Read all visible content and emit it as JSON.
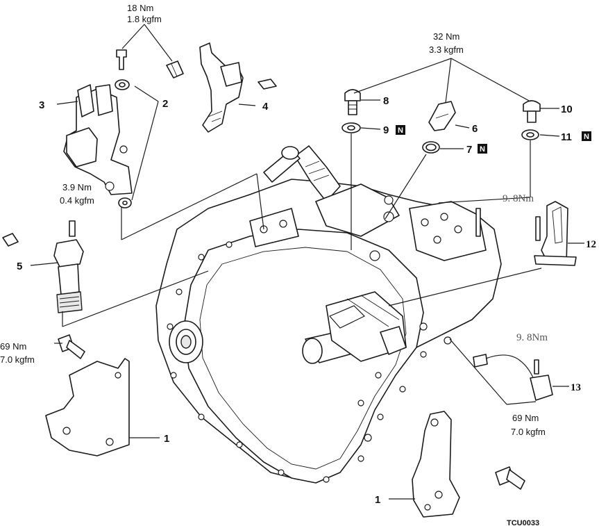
{
  "torque": {
    "top_nm": "18 Nm",
    "top_kgfm": "1.8 kgfm",
    "tr_nm": "32 Nm",
    "tr_kgfm": "3.3 kgfm",
    "left_nm": "3.9 Nm",
    "left_kgfm": "0.4 kgfm",
    "low_left_nm": "69 Nm",
    "low_left_kgfm": "7.0 kgfm",
    "low_right_nm": "69 Nm",
    "low_right_kgfm": "7.0 kgfm",
    "sensor12_nm": "9. 8Nm",
    "sensor13_nm": "9. 8Nm"
  },
  "callouts": {
    "c1a": "1",
    "c1b": "1",
    "c2": "2",
    "c3": "3",
    "c4": "4",
    "c5": "5",
    "c6": "6",
    "c7": "7",
    "c8": "8",
    "c9": "9",
    "c10": "10",
    "c11": "11",
    "c12": "12",
    "c13": "13"
  },
  "new_part_mark": "N",
  "footer_code": "TCU0033"
}
